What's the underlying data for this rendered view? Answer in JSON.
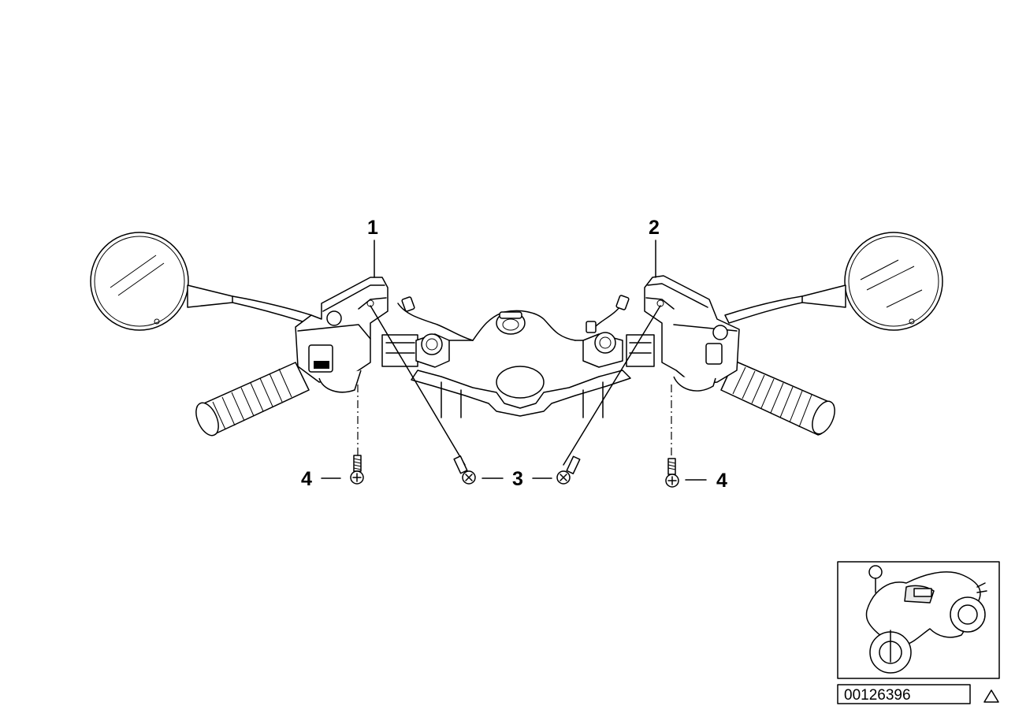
{
  "diagram": {
    "callouts": {
      "left_switch": "1",
      "right_switch": "2",
      "center_screws": "3",
      "left_screw": "4",
      "right_screw": "4"
    },
    "part_number": "00126396"
  }
}
